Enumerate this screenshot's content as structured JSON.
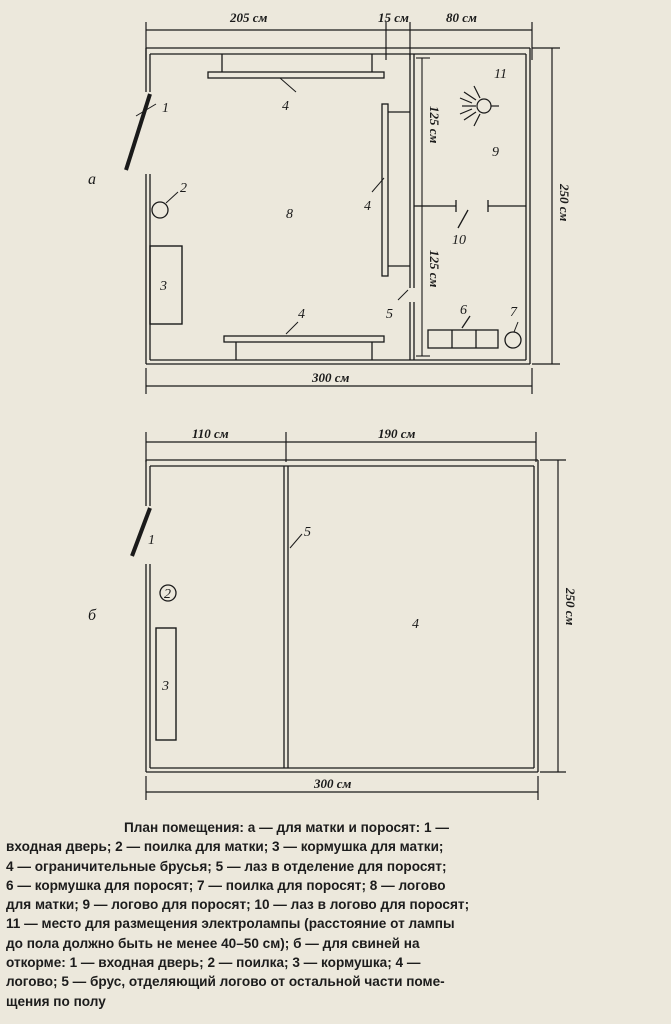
{
  "plan_a": {
    "letter": "а",
    "dim_top_left": "205 см",
    "dim_top_mid": "15 см",
    "dim_top_right": "80 см",
    "dim_bottom": "300 см",
    "dim_right": "250 см",
    "dim_inner_top": "125 см",
    "dim_inner_bottom": "125 см",
    "labels": {
      "door": "1",
      "drinker_sow": "2",
      "feeder_sow": "3",
      "bar_top": "4",
      "bar_vertical": "4",
      "bar_bottom": "4",
      "creep": "5",
      "feeder_piglets": "6",
      "drinker_piglets": "7",
      "sow_lair": "8",
      "piglet_lair": "9",
      "lair_creep": "10",
      "lamp_place": "11"
    }
  },
  "plan_b": {
    "letter": "б",
    "dim_top_left": "110 см",
    "dim_top_right": "190 см",
    "dim_bottom": "300 см",
    "dim_right": "250 см",
    "labels": {
      "door": "1",
      "drinker": "2",
      "feeder": "3",
      "lair": "4",
      "beam": "5"
    }
  },
  "caption_lines": [
    "План помещения: а — для матки и поросят: 1 —",
    "входная дверь; 2 — поилка для матки; 3 — кормушка для матки;",
    "4 — ограничительные брусья; 5 — лаз в отделение для поросят;",
    "6 — кормушка для поросят; 7 — поилка для поросят; 8 — логово",
    "для матки; 9 — логово для поросят; 10 — лаз в логово для поросят;",
    "11 — место для размещения электролампы (расстояние от лампы",
    "до пола должно быть не менее 40–50 см); б — для свиней на",
    "откорме: 1 — входная дверь; 2 — поилка; 3 — кормушка; 4 —",
    "логово; 5 — брус, отделяющий логово от остальной части поме-",
    "щения по полу"
  ]
}
